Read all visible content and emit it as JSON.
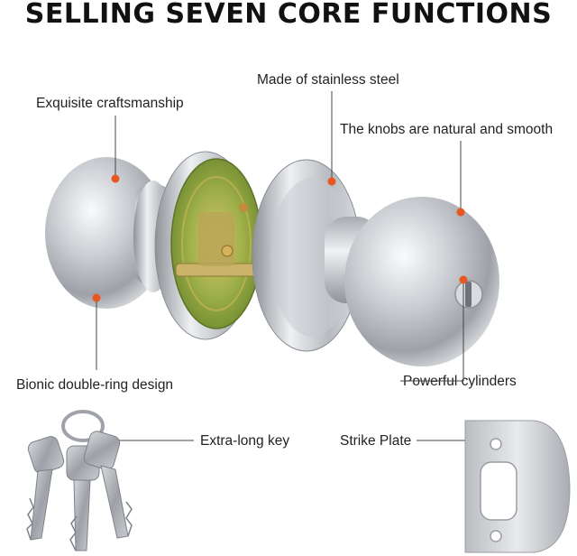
{
  "title": "SELLING SEVEN CORE FUNCTIONS",
  "callouts": {
    "stainless": "Made of stainless steel",
    "craftsmanship": "Exquisite craftsmanship",
    "smooth": "The knobs are natural and smooth",
    "bionic": "Bionic double-ring design",
    "cylinders": "Powerful cylinders",
    "key": "Extra-long key",
    "strike": "Strike Plate"
  },
  "colors": {
    "accent_dot": "#e8571f",
    "leader_line": "#444444",
    "steel": "#c4c7cc"
  }
}
